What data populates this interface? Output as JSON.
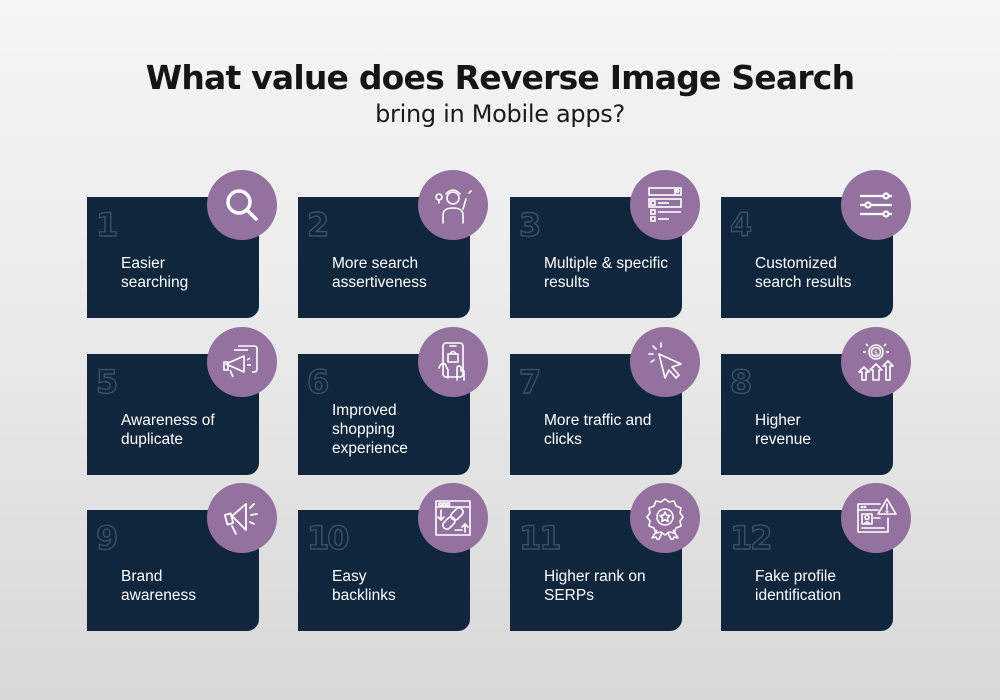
{
  "header": {
    "title": "What value does Reverse Image Search",
    "subtitle": "bring in Mobile apps?"
  },
  "colors": {
    "card": "#10263d",
    "icon_circle": "#94729f",
    "number_outline": "#3d5068",
    "text": "#ffffff"
  },
  "cards": [
    {
      "number": "1",
      "label": "Easier searching",
      "icon": "search-icon"
    },
    {
      "number": "2",
      "label": "More search assertiveness",
      "icon": "idea-person-icon"
    },
    {
      "number": "3",
      "label": "Multiple & specific results",
      "icon": "search-results-list-icon"
    },
    {
      "number": "4",
      "label": "Customized search results",
      "icon": "sliders-icon"
    },
    {
      "number": "5",
      "label": "Awareness of duplicate",
      "icon": "megaphone-copy-icon"
    },
    {
      "number": "6",
      "label": "Improved shopping experience",
      "icon": "mobile-shopping-icon"
    },
    {
      "number": "7",
      "label": "More traffic and clicks",
      "icon": "cursor-click-icon"
    },
    {
      "number": "8",
      "label": "Higher revenue",
      "icon": "revenue-growth-icon"
    },
    {
      "number": "9",
      "label": "Brand awareness",
      "icon": "megaphone-icon"
    },
    {
      "number": "10",
      "label": "Easy backlinks",
      "icon": "link-chain-icon"
    },
    {
      "number": "11",
      "label": "Higher rank on SERPs",
      "icon": "award-badge-icon"
    },
    {
      "number": "12",
      "label": "Fake profile identification",
      "icon": "profile-warning-icon"
    }
  ]
}
